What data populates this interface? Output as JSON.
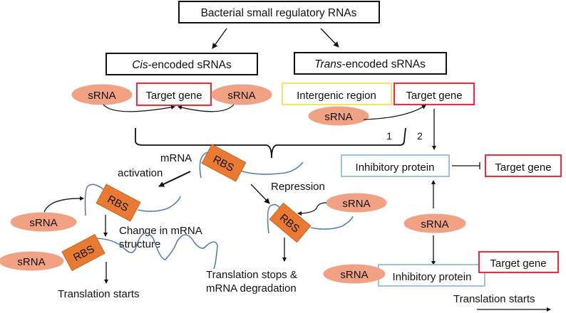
{
  "title": "Bacterial small regulatory RNAs",
  "colors": {
    "srna_fill": "#f1a285",
    "rbs_fill": "#e97a33",
    "target_gene_border": "#d23a48",
    "intergenic_border": "#f1e27a",
    "inhibitory_border": "#9fc3dd",
    "mrna_line": "#5b7fa8"
  },
  "cis": {
    "label_italic": "Cis",
    "label_rest": "-encoded sRNAs",
    "srna_left": "sRNA",
    "target_gene": "Target gene",
    "srna_right": "sRNA"
  },
  "trans": {
    "label_italic": "Trans",
    "label_rest": "-encoded sRNAs",
    "intergenic_region": "Intergenic region",
    "target_gene": "Target gene",
    "srna": "sRNA",
    "path_1": "1",
    "path_2": "2"
  },
  "center": {
    "mrna_label": "mRNA",
    "activation_label": "activation",
    "rbs": "RBS",
    "repression_label": "Repression"
  },
  "activation": {
    "srna_top": "sRNA",
    "rbs_top": "RBS",
    "change_label_line1": "Change in mRNA",
    "change_label_line2": "structure",
    "srna_bottom": "sRNA",
    "rbs_bottom": "RBS",
    "result": "Translation starts"
  },
  "repression": {
    "srna": "sRNA",
    "rbs": "RBS",
    "result_line1": "Translation stops &",
    "result_line2": "mRNA degradation"
  },
  "inhibitory_pathway": {
    "inhibitory_protein_top": "Inhibitory protein",
    "target_gene_right": "Target gene",
    "srna_middle": "sRNA",
    "srna_bottom": "sRNA",
    "inhibitory_protein_bottom": "Inhibitory protein",
    "target_gene_bottom": "Target gene",
    "result": "Translation starts"
  }
}
